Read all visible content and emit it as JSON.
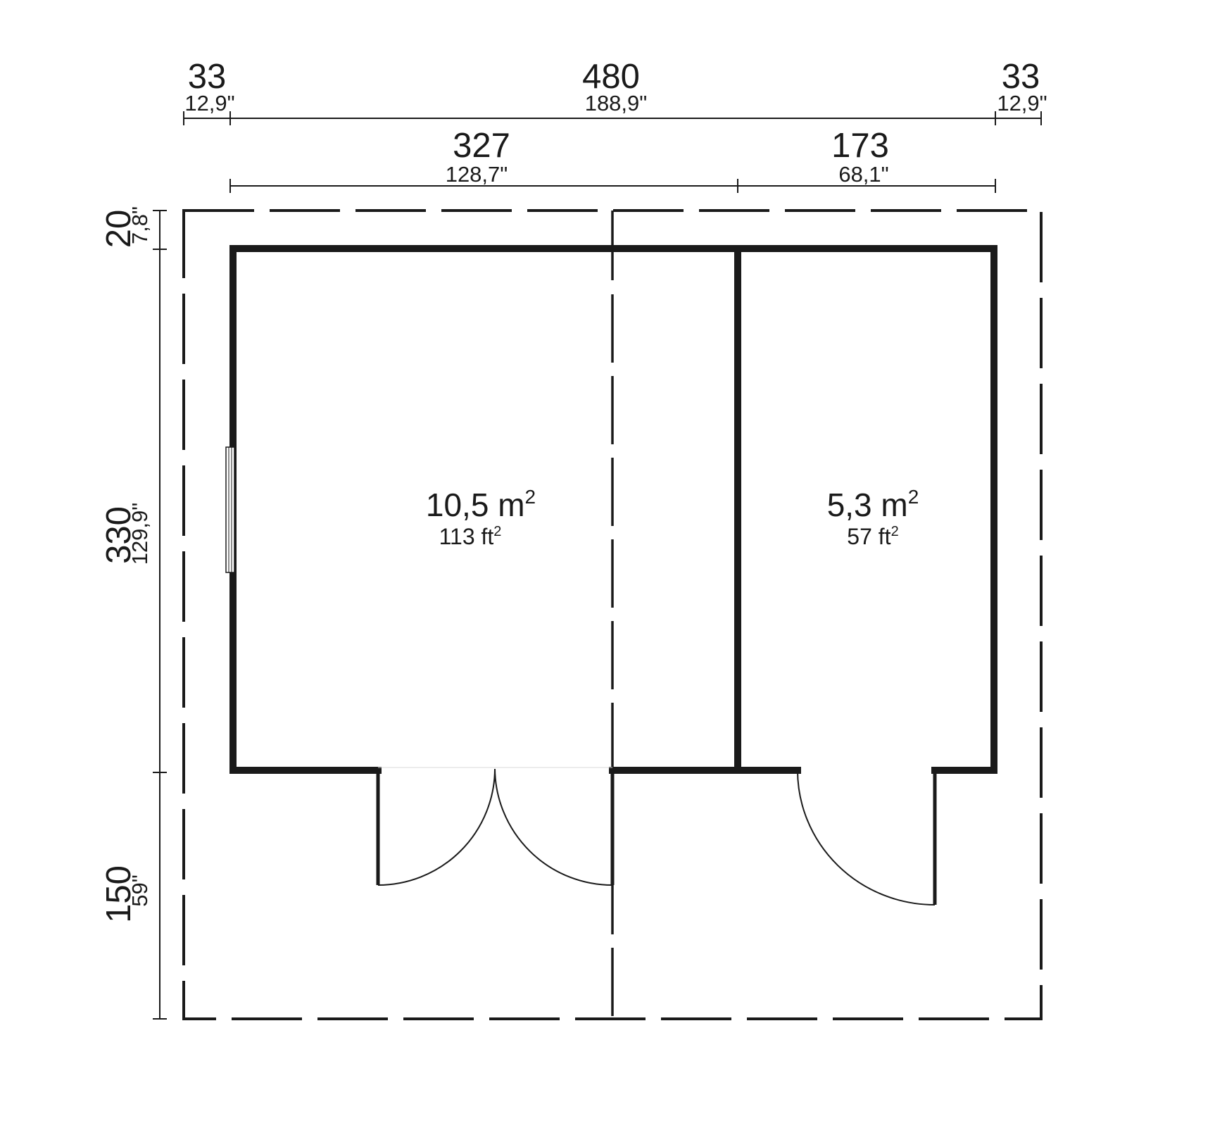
{
  "colors": {
    "ink": "#1a1a1a",
    "background": "#ffffff"
  },
  "dimensions": {
    "top_overall": {
      "left_overhang": {
        "cm": "33",
        "inch": "12,9\""
      },
      "total": {
        "cm": "480",
        "inch": "188,9\""
      },
      "right_overhang": {
        "cm": "33",
        "inch": "12,9\""
      }
    },
    "top_rooms": {
      "room_1": {
        "cm": "327",
        "inch": "128,7\""
      },
      "room_2": {
        "cm": "173",
        "inch": "68,1\""
      }
    },
    "left_side": {
      "back_overhang": {
        "cm": "20",
        "inch": "7,8\""
      },
      "depth": {
        "cm": "330",
        "inch": "129,9\""
      },
      "front_overhang": {
        "cm": "150",
        "inch": "59\""
      }
    }
  },
  "rooms": [
    {
      "area_m2": "10,5 m",
      "area_m2_sup": "2",
      "area_ft2": "113 ft",
      "area_ft2_sup": "2"
    },
    {
      "area_m2": "5,3 m",
      "area_m2_sup": "2",
      "area_ft2": "57 ft",
      "area_ft2_sup": "2"
    }
  ],
  "features": {
    "doors": [
      "double-door-room-1",
      "single-door-room-2"
    ],
    "windows": [
      "window-left-wall-room-1"
    ]
  }
}
